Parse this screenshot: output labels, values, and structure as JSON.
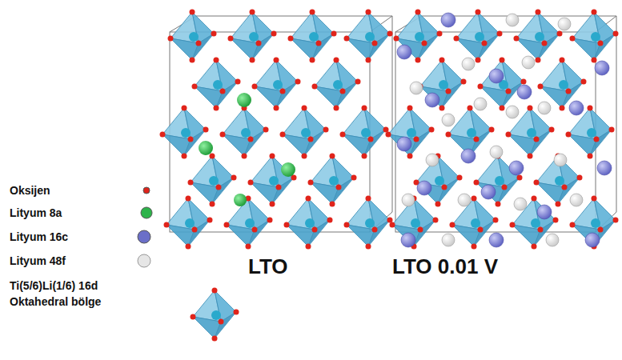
{
  "diagram": {
    "labels": [
      "LTO",
      "LTO 0.01 V"
    ],
    "legend": [
      {
        "text": "Oksijen",
        "color": "#e0241b"
      },
      {
        "text": "Lityum 8a",
        "color": "#2db34a"
      },
      {
        "text": "Lityum 16c",
        "color": "#6b6fc8"
      },
      {
        "text": "Lityum 48f",
        "color": "#e6e6e6"
      },
      {
        "text": "Ti(5/6)Li(1/6) 16d Oktahedral bölge"
      }
    ]
  }
}
